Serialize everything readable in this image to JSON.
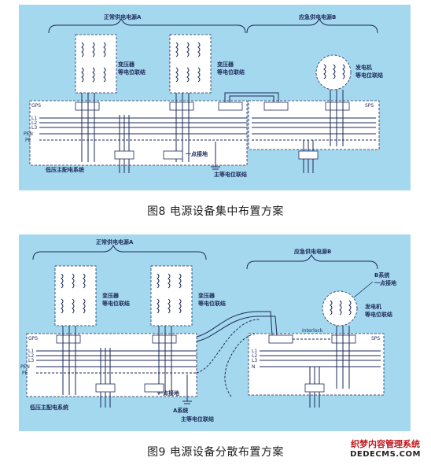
{
  "figure8": {
    "label_normal_source": "正常供电电源A",
    "label_emergency_source": "应急供电电源B",
    "label_transformer_1": "变压器",
    "label_transformer_2": "等电位联结",
    "label_generator_1": "发电机",
    "label_generator_2": "等电位联结",
    "label_gps": "GPS",
    "label_sps": "SPS",
    "label_l1": "L1",
    "label_l2": "L2",
    "label_l3": "L3",
    "label_pen": "PEN",
    "label_pe": "PE",
    "label_single_point": "一点接地",
    "label_main_equipotential": "主等电位联结",
    "label_lv_system": "低压主配电系统",
    "caption": "图8  电源设备集中布置方案"
  },
  "figure9": {
    "label_normal_source": "正常供电电源A",
    "label_emergency_source": "应急供电电源B",
    "label_b_system_1": "B系统",
    "label_b_system_2": "一点接地",
    "label_transformer_1": "变压器",
    "label_transformer_2": "等电位联结",
    "label_generator_1": "发电机",
    "label_generator_2": "等电位联结",
    "label_interlock": "Interlock",
    "label_gps": "GPS",
    "label_sps": "SPS",
    "label_l1": "L1",
    "label_l2": "L2",
    "label_l3": "L3",
    "label_pen": "PEN",
    "label_pe": "PE",
    "label_n": "N",
    "label_single_point": "一点接地",
    "label_a_system": "A系统",
    "label_main_equipotential": "主等电位联结",
    "label_lv_system": "低压主配电系统",
    "caption": "图9  电源设备分散布置方案"
  },
  "watermark": {
    "top": "织梦内容管理系统",
    "bottom": "DEDECMS.COM"
  }
}
